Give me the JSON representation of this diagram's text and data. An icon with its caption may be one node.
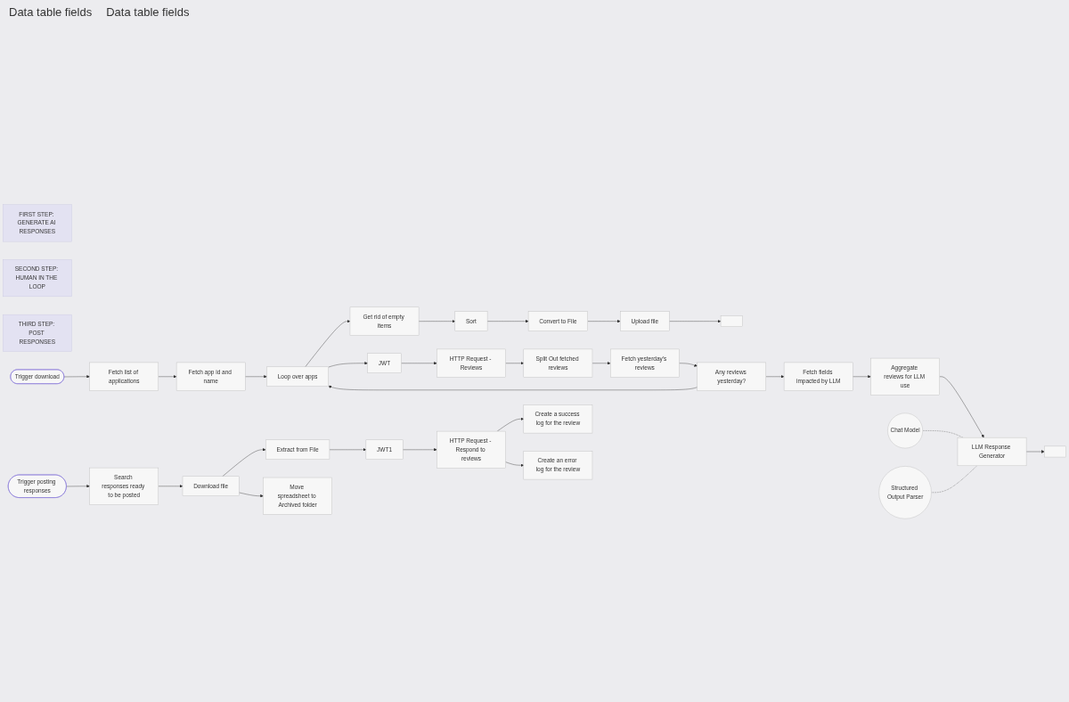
{
  "diagram": {
    "nodes": [
      {
        "text": [
          "FIRST STEP: GENERATE AI RESPONSES"
        ]
      },
      {
        "text": [
          "SECOND STEP: HUMAN IN THE LOOP"
        ]
      },
      {
        "text": [
          "THIRD STEP: POST RESPONSES"
        ]
      },
      {
        "text": [
          "Trigger download"
        ]
      },
      {
        "text": [
          "Fetch list of applications"
        ]
      },
      {
        "text": [
          "Fetch app id and name"
        ]
      },
      {
        "text": [
          "Loop over apps"
        ]
      },
      {
        "text": [
          "Get rid of empty items"
        ]
      },
      {
        "text": [
          "Sort"
        ]
      },
      {
        "text": [
          "Convert to File"
        ]
      },
      {
        "text": [
          "Upload file"
        ]
      },
      {
        "text": [],
        "shape": "box"
      },
      {
        "text": [
          "JWT"
        ]
      },
      {
        "text": [
          "HTTP Request - Reviews"
        ]
      },
      {
        "text": [
          "Split Out fetched reviews"
        ]
      },
      {
        "text": [
          "Fetch yesterday's reviews"
        ]
      },
      {
        "text": [
          "Any reviews yesterday?"
        ]
      },
      {
        "text": [
          "Fetch fields impacted by LLM"
        ]
      },
      {
        "text": [
          "Aggregate reviews for LLM use"
        ]
      },
      {
        "text": [
          "LLM Response Generator"
        ]
      },
      {
        "text": [
          "Chat Model"
        ]
      },
      {
        "text": [
          "Structured Output Parser"
        ]
      },
      {
        "text": [],
        "shape": "box"
      },
      {
        "text": [
          "Trigger posting responses"
        ]
      },
      {
        "text": [
          "Search responses ready to be posted"
        ]
      },
      {
        "text": [
          "Download file"
        ]
      },
      {
        "text": [
          "Extract from File"
        ]
      },
      {
        "text": [
          "JWT1"
        ]
      },
      {
        "text": [
          "HTTP Request - Respond to reviews"
        ]
      },
      {
        "text": [
          "Create a success log for the review"
        ]
      },
      {
        "text": [
          "Create an error log for the review"
        ]
      },
      {
        "text": [
          "Move spreadsheet to Archived folder"
        ]
      }
    ],
    "edges": [
      {
        "from": 3,
        "to": 4,
        "arrow": "to"
      },
      {
        "from": 4,
        "to": 5,
        "arrow": "to"
      },
      {
        "from": 5,
        "to": 6,
        "arrow": "to"
      },
      {
        "from": 6,
        "to": 7,
        "arrow": "to"
      },
      {
        "from": 6,
        "to": 12,
        "arrow": "to"
      },
      {
        "from": 7,
        "to": 8,
        "arrow": "to"
      },
      {
        "from": 8,
        "to": 9,
        "arrow": "to"
      },
      {
        "from": 9,
        "to": 10,
        "arrow": "to"
      },
      {
        "from": 10,
        "to": 11,
        "arrow": "to"
      },
      {
        "from": 12,
        "to": 13,
        "arrow": "to"
      },
      {
        "from": 13,
        "to": 14,
        "arrow": "to"
      },
      {
        "from": 14,
        "to": 15,
        "arrow": "to"
      },
      {
        "from": 15,
        "to": 16,
        "arrow": "to"
      },
      {
        "from": 16,
        "to": 17,
        "arrow": "to"
      },
      {
        "from": 16,
        "to": 6,
        "arrow": "to"
      },
      {
        "from": 17,
        "to": 18,
        "arrow": "to"
      },
      {
        "from": 18,
        "to": 19,
        "arrow": "to"
      },
      {
        "from": 19,
        "to": 22,
        "arrow": "to"
      },
      {
        "from": 20,
        "to": 19,
        "arrow": "none",
        "style": "dashed"
      },
      {
        "from": 21,
        "to": 19,
        "arrow": "none",
        "style": "dashed"
      },
      {
        "from": 23,
        "to": 24,
        "arrow": "to"
      },
      {
        "from": 24,
        "to": 25,
        "arrow": "to"
      },
      {
        "from": 25,
        "to": 26,
        "arrow": "to"
      },
      {
        "from": 25,
        "to": 31,
        "arrow": "to"
      },
      {
        "from": 26,
        "to": 27,
        "arrow": "to"
      },
      {
        "from": 27,
        "to": 28,
        "arrow": "to"
      },
      {
        "from": 28,
        "to": 29,
        "arrow": "to"
      },
      {
        "from": 28,
        "to": 30,
        "arrow": "to"
      }
    ],
    "labels": [
      "Data table fields",
      "Data table fields"
    ]
  }
}
